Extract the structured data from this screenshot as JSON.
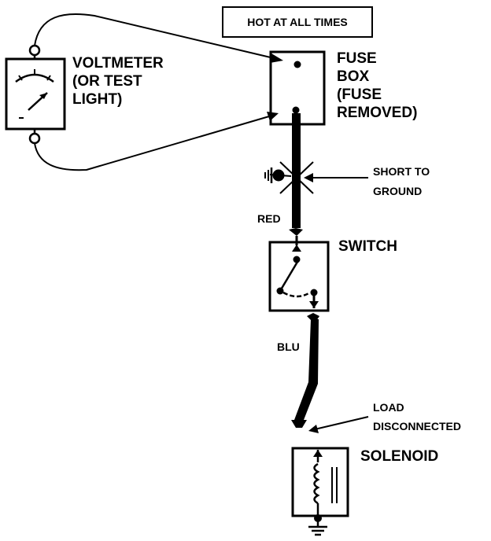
{
  "labels": {
    "hot_at_all_times": "HOT AT ALL TIMES",
    "voltmeter": [
      "VOLTMETER",
      "(OR TEST",
      "LIGHT)"
    ],
    "fuse_box": [
      "FUSE",
      "BOX",
      "(FUSE",
      "REMOVED)"
    ],
    "short_to_ground": [
      "SHORT TO",
      "GROUND"
    ],
    "red_wire": "RED",
    "switch": "SWITCH",
    "blu_wire": "BLU",
    "load_disconnected": [
      "LOAD",
      "DISCONNECTED"
    ],
    "solenoid": "SOLENOID"
  },
  "colors": {
    "ink": "#000000",
    "paper": "#ffffff"
  }
}
